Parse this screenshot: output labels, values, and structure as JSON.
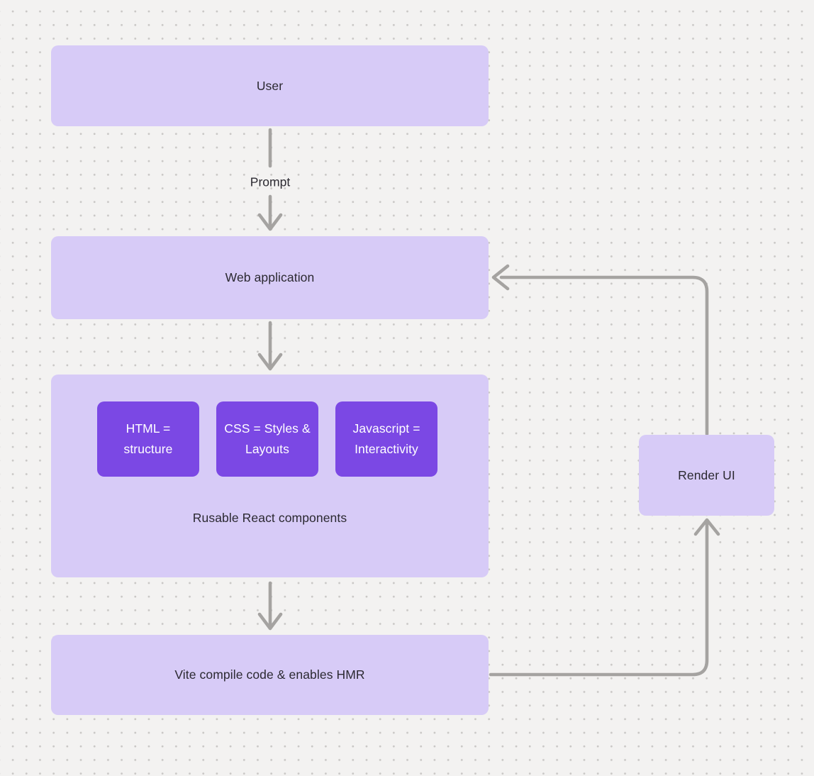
{
  "diagram": {
    "title": "",
    "nodes": {
      "user": {
        "label": "User"
      },
      "web_application": {
        "label": "Web application"
      },
      "components_group": {
        "caption": "Rusable React components",
        "children": [
          {
            "label": "HTML = structure"
          },
          {
            "label": "CSS = Styles & Layouts"
          },
          {
            "label": "Javascript = Interactivity"
          }
        ]
      },
      "vite": {
        "label": "Vite compile code & enables HMR"
      },
      "render_ui": {
        "label": "Render UI"
      }
    },
    "edges": [
      {
        "from": "user",
        "to": "web_application",
        "label": "Prompt",
        "direction": "down"
      },
      {
        "from": "web_application",
        "to": "components_group",
        "label": "",
        "direction": "down"
      },
      {
        "from": "components_group",
        "to": "vite",
        "label": "",
        "direction": "down"
      },
      {
        "from": "vite",
        "to": "render_ui",
        "label": "",
        "direction": "right-up"
      },
      {
        "from": "render_ui",
        "to": "web_application",
        "label": "",
        "direction": "up-left"
      }
    ],
    "colors": {
      "background": "#f3f2f1",
      "grid_dot": "#c9c7c5",
      "node_light": "#d7cbf7",
      "node_accent": "#7b48e4",
      "connector": "#a5a3a1",
      "text_dark": "#2b2931",
      "text_light": "#ffffff"
    }
  }
}
